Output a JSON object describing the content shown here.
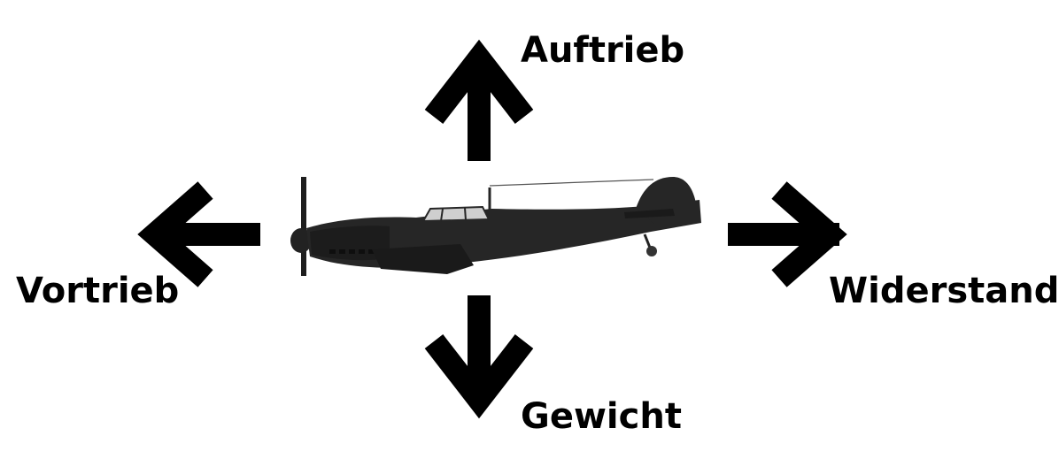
{
  "forces": {
    "lift": "Auftrieb",
    "thrust": "Vortrieb",
    "drag": "Widerstand",
    "weight": "Gewicht"
  },
  "colors": {
    "arrow": "#000000",
    "aircraft": "#262626",
    "aircraft_shade": "#1a1a1a",
    "canopy": "#cfcfcf",
    "background": "#ffffff"
  }
}
